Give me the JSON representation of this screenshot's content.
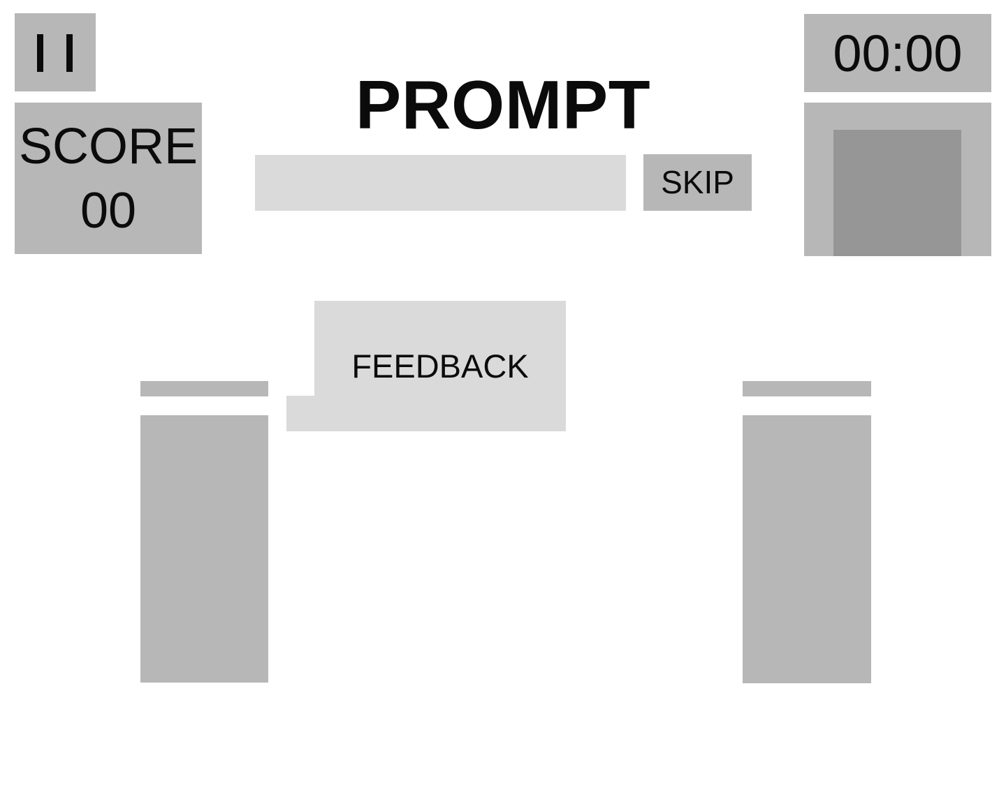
{
  "colors": {
    "background": "#ffffff",
    "box_medium": "#b7b7b7",
    "box_light": "#dadada",
    "box_dark": "#969696",
    "text": "#0b0b0b"
  },
  "header": {
    "title": "PROMPT",
    "skip_label": "SKIP"
  },
  "hud": {
    "score_label": "SCORE",
    "score_value": "00",
    "timer_value": "00:00",
    "pause_icon": "pause-icon"
  },
  "feedback": {
    "label": "FEEDBACK"
  }
}
